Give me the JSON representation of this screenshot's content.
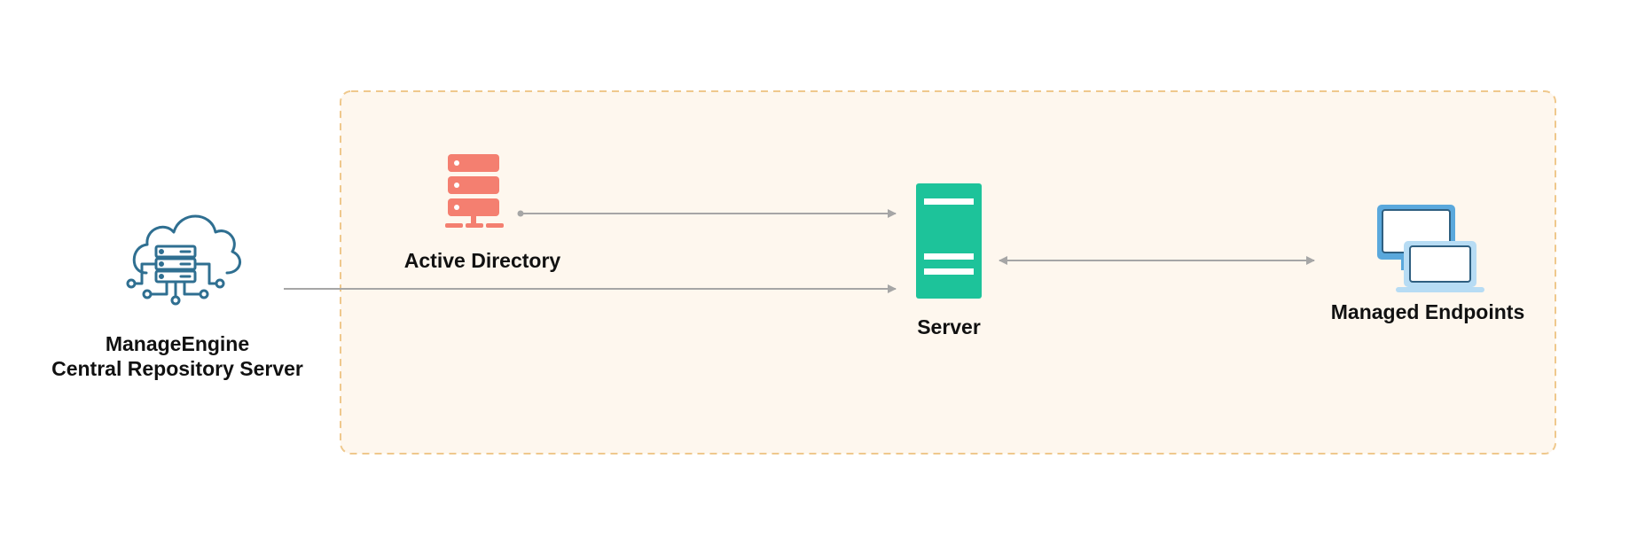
{
  "nodes": {
    "central_repo": {
      "label_lines": [
        "ManageEngine",
        "Central Repository Server"
      ],
      "icon": "cloud-server-icon"
    },
    "active_directory": {
      "label": "Active Directory",
      "icon": "server-stack-icon"
    },
    "server": {
      "label": "Server",
      "icon": "server-tower-icon"
    },
    "endpoints": {
      "label": "Managed Endpoints",
      "icon": "monitors-icon"
    }
  },
  "colors": {
    "boundary_fill": "#fef7ee",
    "boundary_stroke": "#efc88c",
    "arrow": "#a6a6a6",
    "central_repo_icon": "#2f6f91",
    "active_directory_icon": "#f47f70",
    "server_icon": "#1dc39a",
    "endpoints_icon": "#5aa8dc",
    "endpoints_icon_light": "#b7dcf4"
  }
}
